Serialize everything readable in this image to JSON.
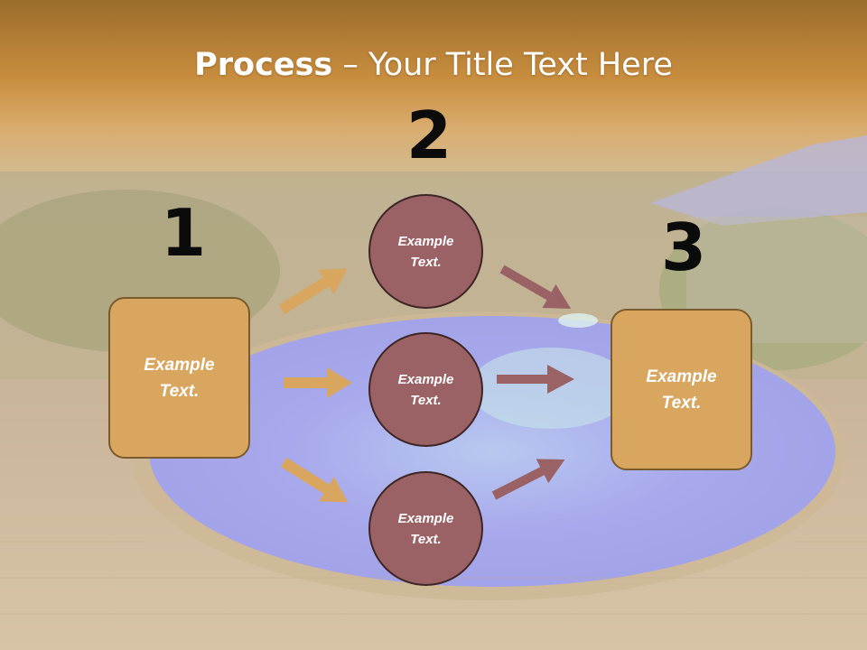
{
  "title": {
    "bold": "Process",
    "rest": " – Your Title Text Here"
  },
  "steps": {
    "one": "1",
    "two": "2",
    "three": "3"
  },
  "boxes": {
    "left": "Example Text.",
    "right": "Example Text."
  },
  "circles": {
    "top": "Example Text.",
    "middle": "Example Text.",
    "bottom": "Example Text."
  },
  "colors": {
    "box_fill": "#d8a65e",
    "circle_fill": "#9a6264",
    "arrow_gold": "#d8a65e",
    "arrow_mauve": "#9a6264",
    "title_band": "#c48a3a"
  }
}
